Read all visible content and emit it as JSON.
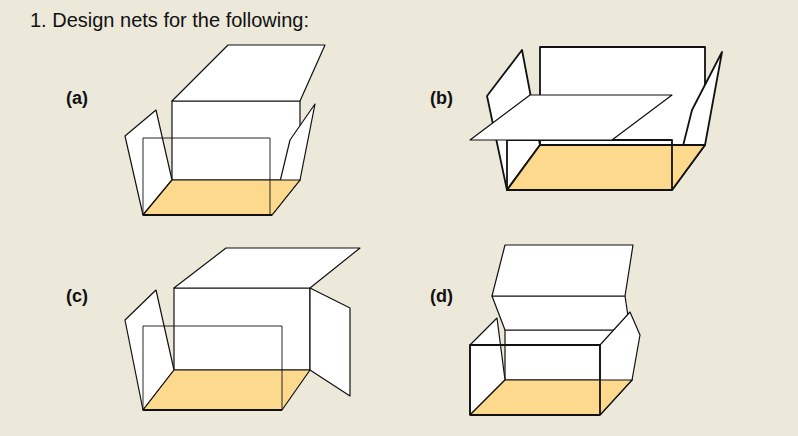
{
  "diagram": {
    "title": "1. Design nets for the following:",
    "labels": [
      "(a)",
      "(b)",
      "(c)",
      "(d)"
    ]
  }
}
